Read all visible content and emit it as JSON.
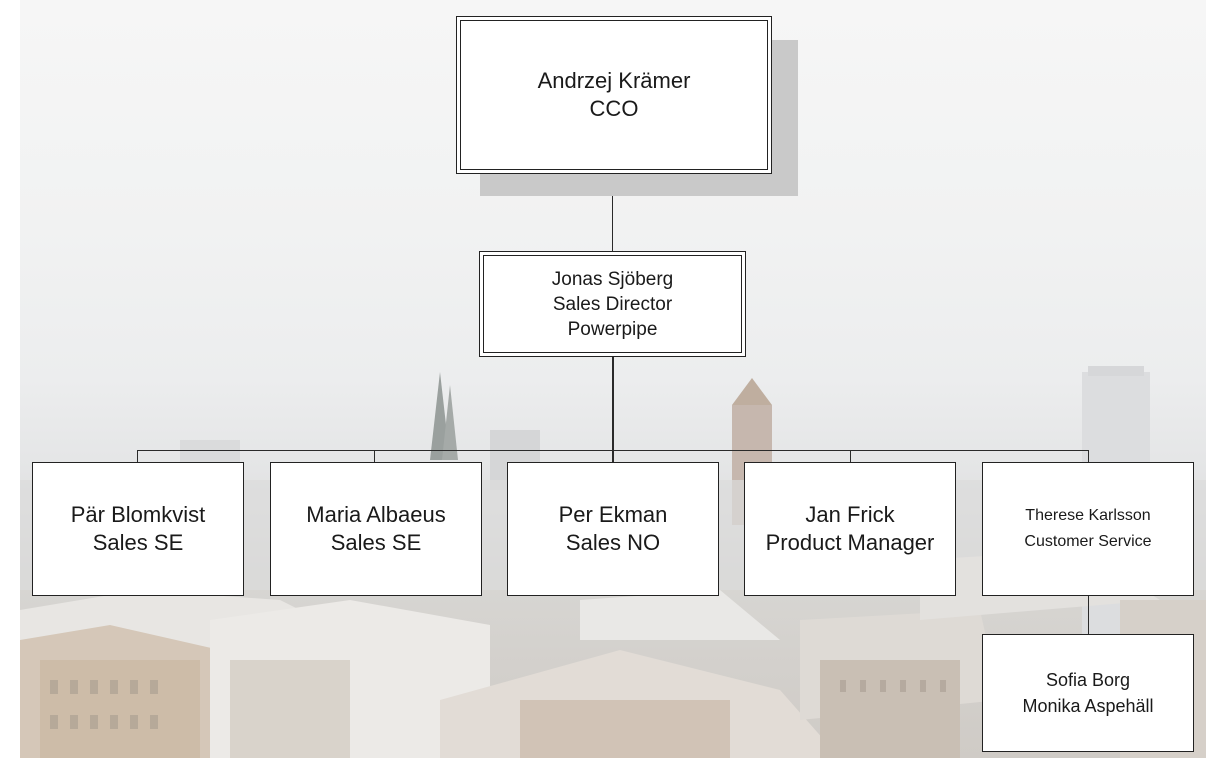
{
  "org_chart": {
    "root": {
      "name": "Andrzej Krämer",
      "title": "CCO"
    },
    "director": {
      "name": "Jonas Sjöberg",
      "title": "Sales Director",
      "unit": "Powerpipe"
    },
    "reports": [
      {
        "name": "Pär Blomkvist",
        "title": "Sales SE"
      },
      {
        "name": "Maria Albaeus",
        "title": "Sales SE"
      },
      {
        "name": "Per Ekman",
        "title": "Sales NO"
      },
      {
        "name": "Jan Frick",
        "title": "Product Manager"
      },
      {
        "name": "Therese Karlsson",
        "title": "Customer Service"
      }
    ],
    "sub_team": {
      "member_1": "Sofia Borg",
      "member_2": "Monika Aspehäll"
    }
  },
  "colors": {
    "box_fill": "#ffffff",
    "line": "#2a2a2a",
    "shadow": "#c9c9c9"
  }
}
